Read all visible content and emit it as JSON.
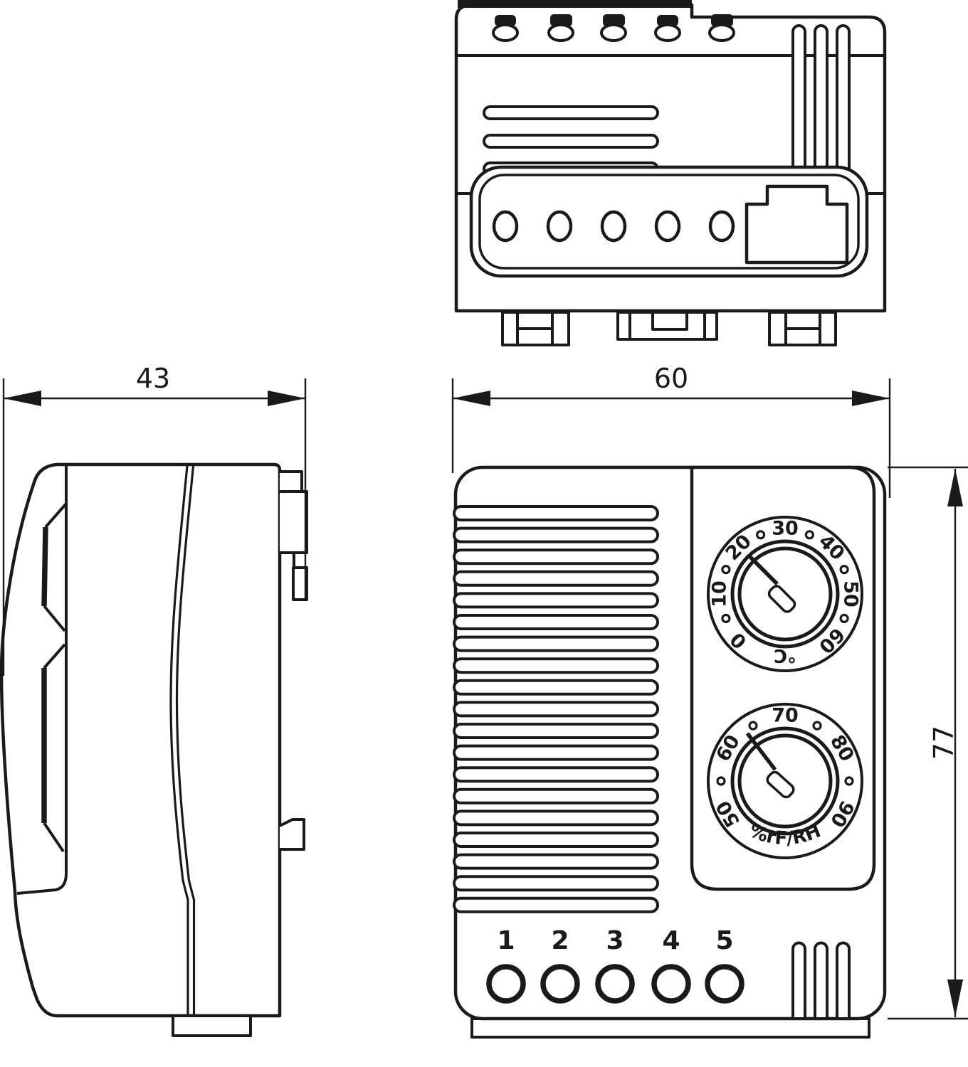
{
  "dimensions": {
    "side_width": "43",
    "front_width": "60",
    "front_height": "77"
  },
  "front_view": {
    "temperature_dial": {
      "scale": [
        "0",
        "10",
        "20",
        "30",
        "40",
        "50",
        "60"
      ],
      "unit": "°C"
    },
    "humidity_dial": {
      "scale": [
        "50",
        "60",
        "70",
        "80",
        "90"
      ],
      "unit": "%rF/RH"
    },
    "led_labels": [
      "1",
      "2",
      "3",
      "4",
      "5"
    ]
  }
}
